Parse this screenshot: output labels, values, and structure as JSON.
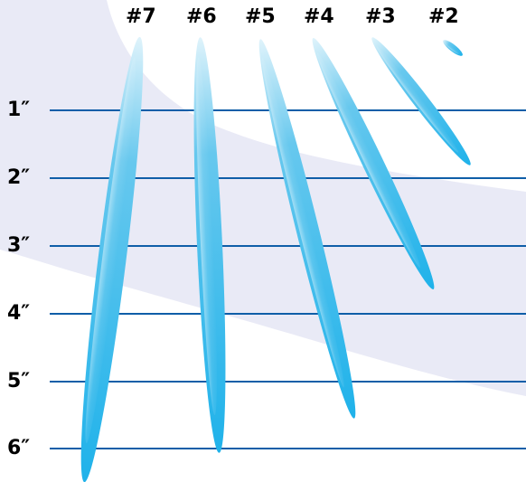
{
  "diagram": {
    "brush_labels": [
      "#7",
      "#6",
      "#5",
      "#4",
      "#3",
      "#2"
    ],
    "inch_labels": [
      "1″",
      "2″",
      "3″",
      "4″",
      "5″",
      "6″"
    ],
    "colors": {
      "line": "#0f5ea8",
      "band": "#e9eaf6",
      "stroke_light": "#dff3fb",
      "stroke_mid": "#67c8ee",
      "stroke_deep": "#1fb2ea"
    }
  }
}
